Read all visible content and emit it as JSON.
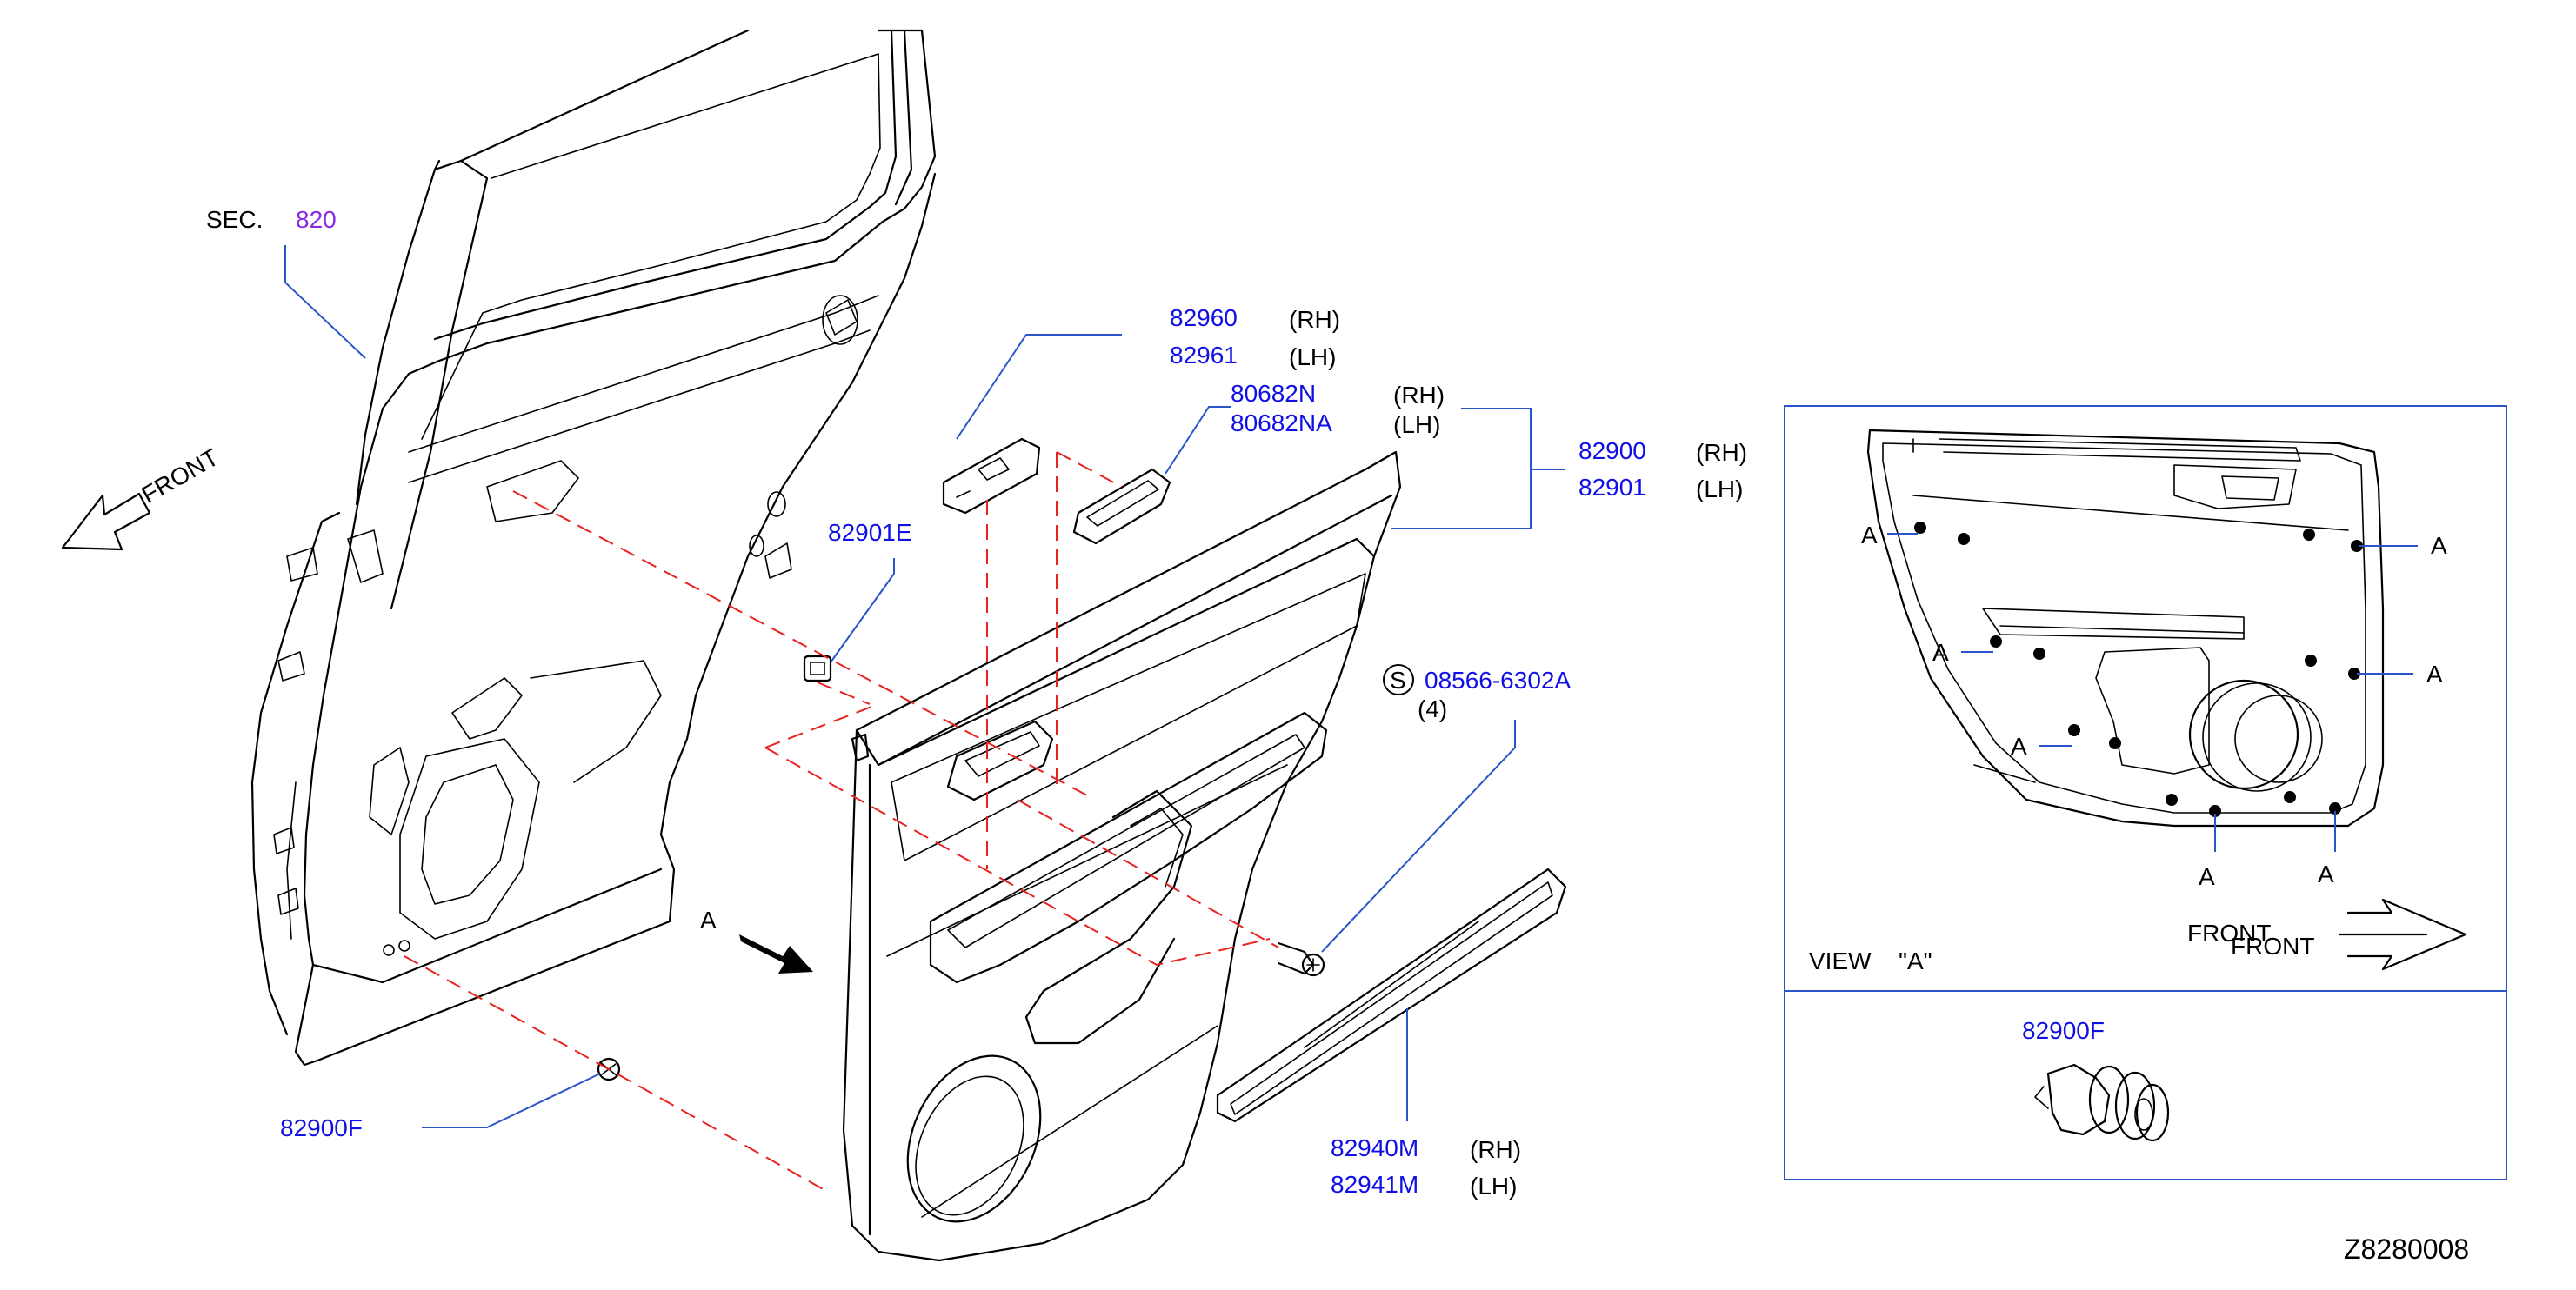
{
  "diagram_id": "Z8280008",
  "section_ref": {
    "prefix": "SEC.",
    "number": "820"
  },
  "front_label": "FRONT",
  "view_label": "A",
  "parts": {
    "switch_panel": [
      {
        "num": "82960",
        "side": "(RH)"
      },
      {
        "num": "82961",
        "side": "(LH)"
      }
    ],
    "escutcheon": [
      {
        "num": "80682N",
        "side": "(RH)"
      },
      {
        "num": "80682NA",
        "side": "(LH)"
      }
    ],
    "door_finisher": [
      {
        "num": "82900",
        "side": "(RH)"
      },
      {
        "num": "82901",
        "side": "(LH)"
      }
    ],
    "clip_e": "82901E",
    "screw": {
      "prefix": "S",
      "num": "08566-6302A",
      "qty": "(4)"
    },
    "armrest": [
      {
        "num": "82940M",
        "side": "(RH)"
      },
      {
        "num": "82941M",
        "side": "(LH)"
      }
    ],
    "clip_f": "82900F"
  },
  "inset": {
    "view_title": "VIEW",
    "view_ref": "\"A\"",
    "clip_label": "82900F",
    "front_label": "FRONT",
    "point_label": "A",
    "dot_label_count": 7
  },
  "colors": {
    "part_number": "#1010e6",
    "section_number": "#8a2be2",
    "leader": "#2a55c8",
    "phantom_line": "#e8231f"
  }
}
